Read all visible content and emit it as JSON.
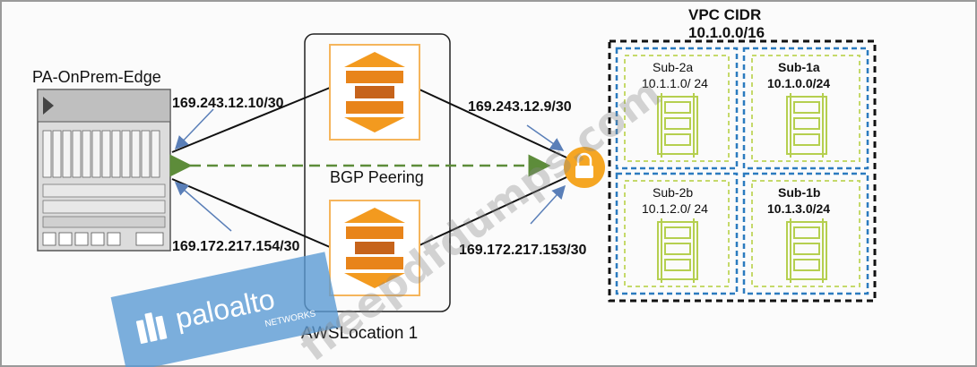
{
  "device": {
    "name": "PA-OnPrem-Edge"
  },
  "aws": {
    "location_label": "AWSLocation 1"
  },
  "bgp": {
    "label": "BGP Peering"
  },
  "links": {
    "upper_left_ip": "169.243.12.10/30",
    "upper_right_ip": "169.243.12.9/30",
    "lower_left_ip": "169.172.217.154/30",
    "lower_right_ip": "169.172.217.153/30"
  },
  "vpc": {
    "title": "VPC CIDR",
    "cidr": "10.1.0.0/16",
    "subnets": [
      {
        "name": "Sub-2a",
        "cidr": "10.1.1.0/ 24"
      },
      {
        "name": "Sub-1a",
        "cidr": "10.1.0.0/24"
      },
      {
        "name": "Sub-2b",
        "cidr": "10.1.2.0/ 24"
      },
      {
        "name": "Sub-1b",
        "cidr": "10.1.3.0/24"
      }
    ]
  },
  "logo": {
    "brand": "paloalto",
    "sub": "NETWORKS"
  },
  "watermark": {
    "text": "freepdfdumps.com"
  },
  "colors": {
    "aws_orange": "#f39a1f",
    "aws_dark": "#c6631b",
    "lock_orange": "#f5a623",
    "subnet_border": "#2b7bbf",
    "subnet_inner": "#c5d96a",
    "bgp_line": "#5d8c3a",
    "arrow_blue": "#5a7fb8",
    "logo_blue": "#5b9bd5"
  }
}
